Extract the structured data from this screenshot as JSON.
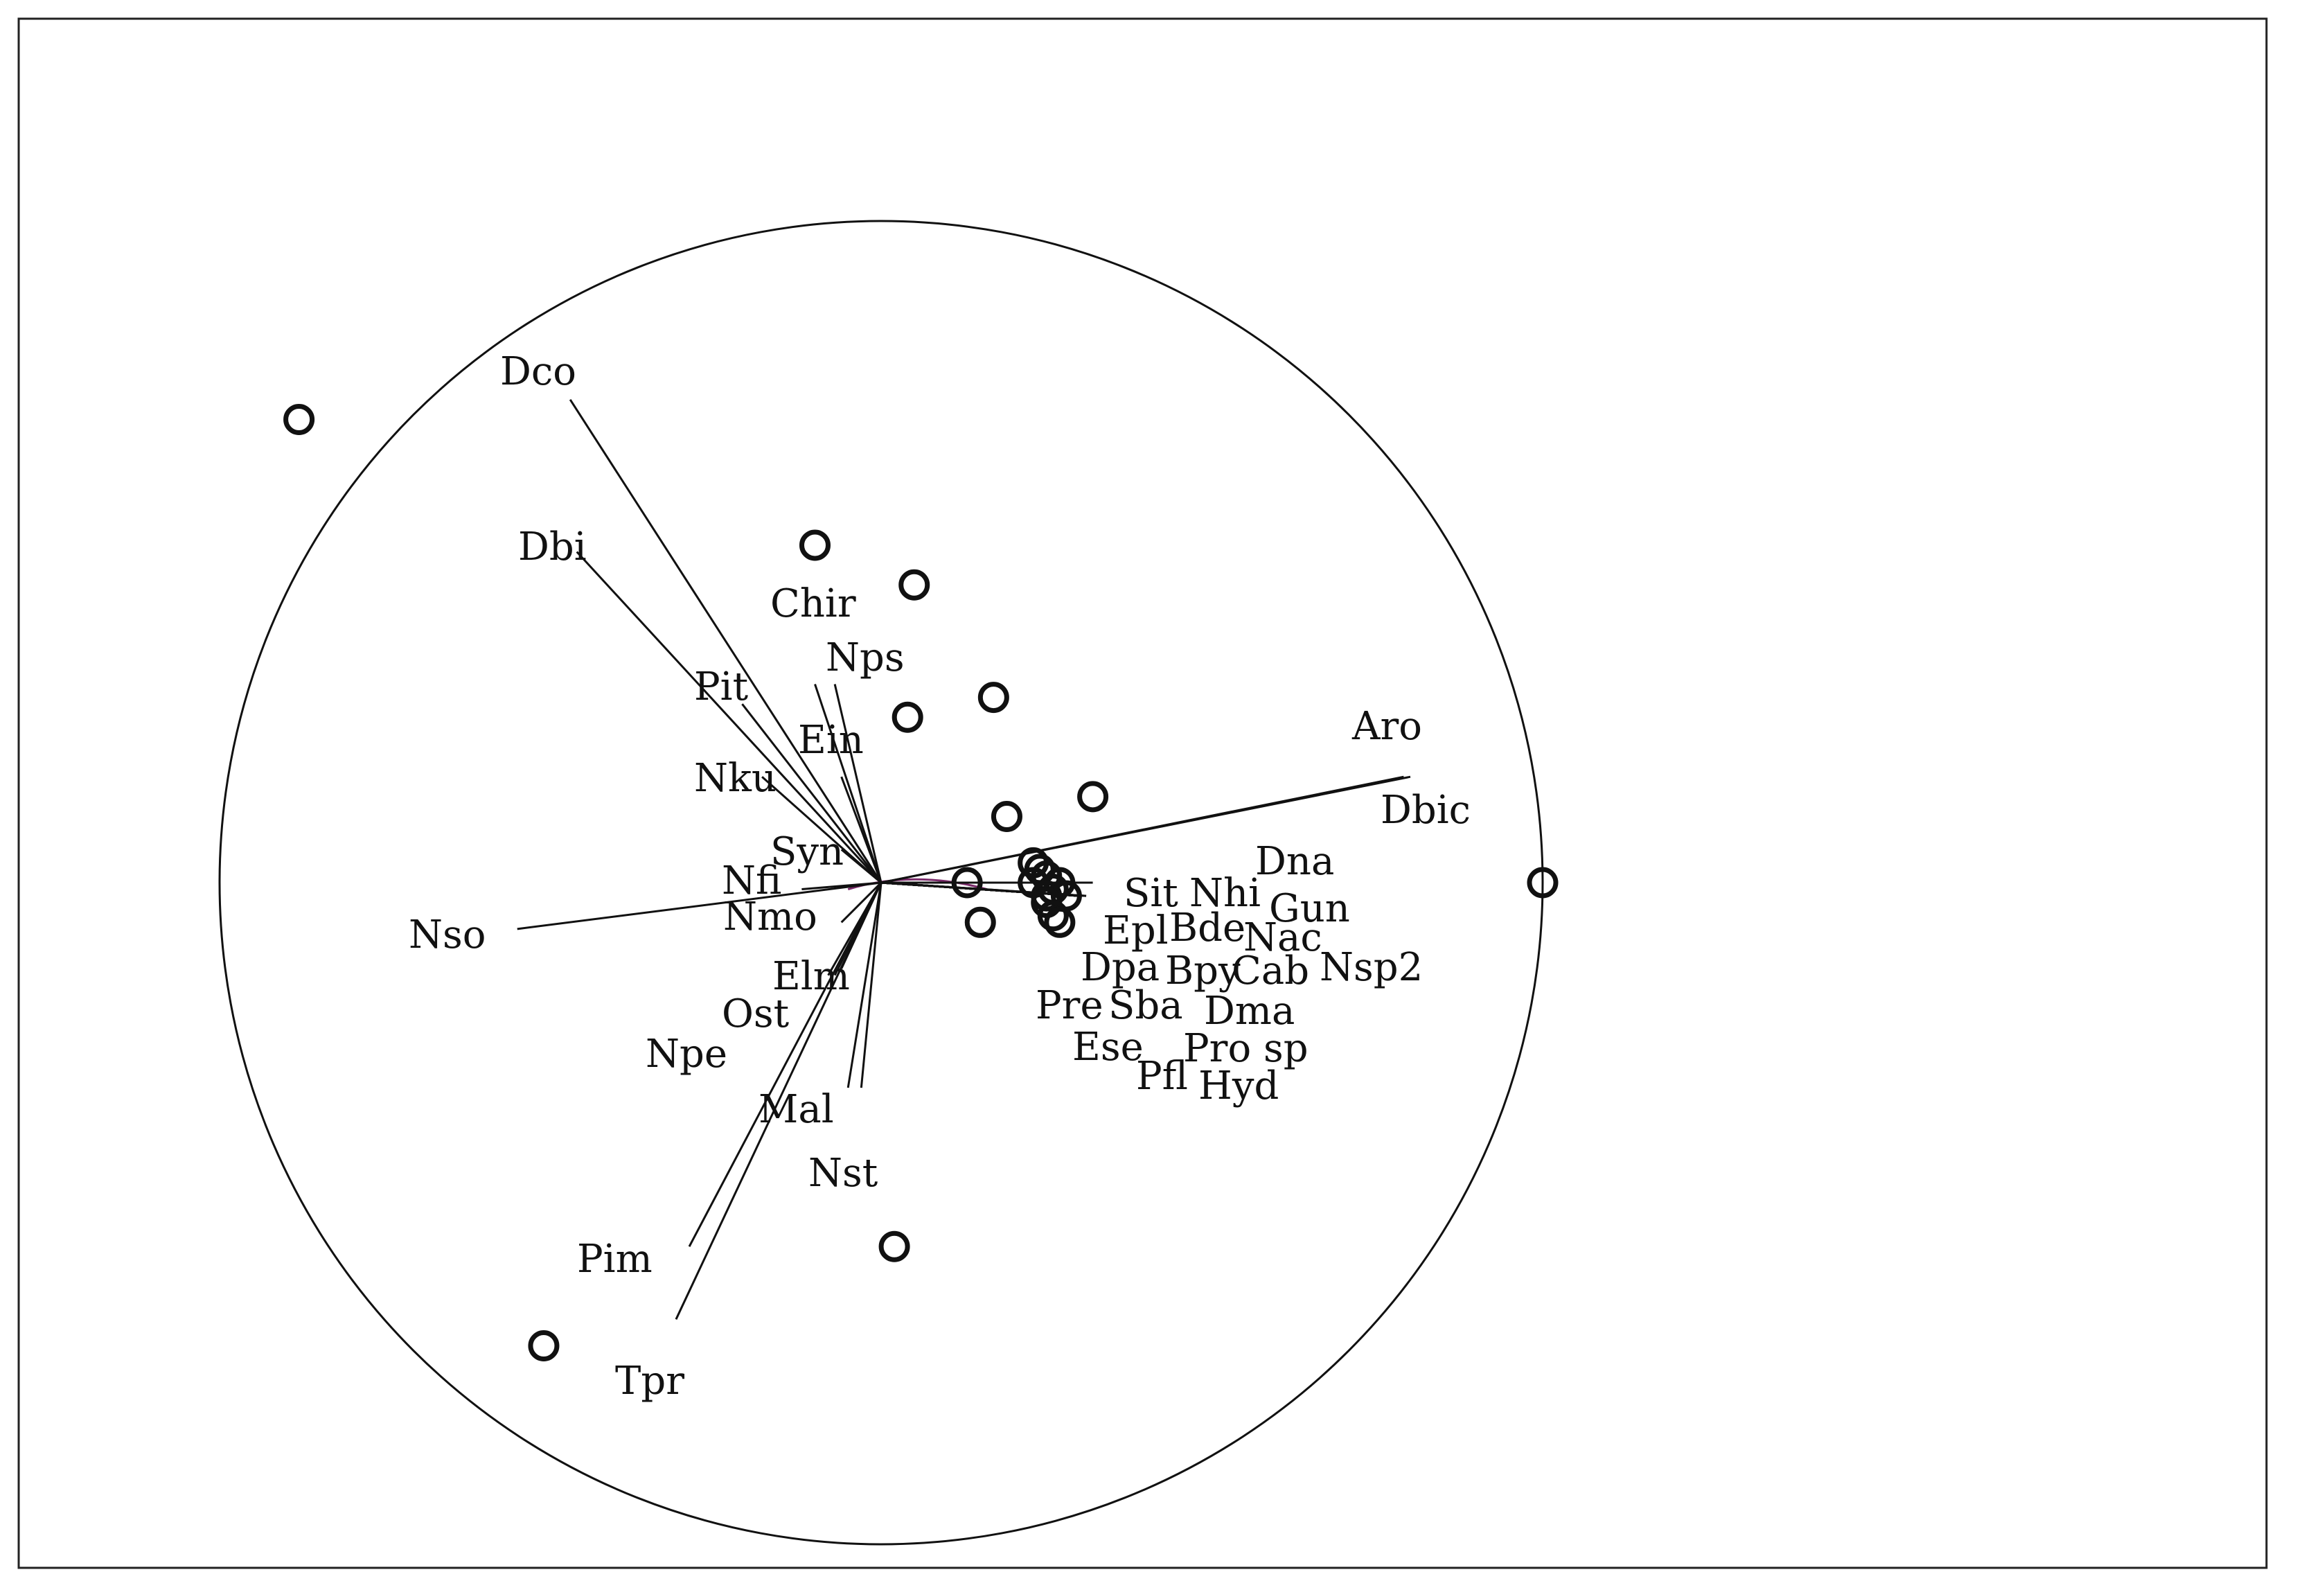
{
  "chart_data": {
    "type": "scatter",
    "title": "",
    "xlabel": "",
    "ylabel": "",
    "xlim": [
      -1.12,
      2.1
    ],
    "ylim": [
      -1.1,
      1.2
    ],
    "grid": false,
    "correlation_circle": true,
    "arrow_color": "#111111",
    "trace_color": "#7a2a6a",
    "variables": [
      {
        "name": "Dco",
        "x": -0.47,
        "y": 0.73
      },
      {
        "name": "Dbi",
        "x": -0.46,
        "y": 0.5
      },
      {
        "name": "Chir",
        "x": -0.1,
        "y": 0.3
      },
      {
        "name": "Nps",
        "x": -0.07,
        "y": 0.3
      },
      {
        "name": "Pit",
        "x": -0.21,
        "y": 0.27
      },
      {
        "name": "Ein",
        "x": -0.06,
        "y": 0.16
      },
      {
        "name": "Nku",
        "x": -0.18,
        "y": 0.16
      },
      {
        "name": "Syn",
        "x": -0.06,
        "y": 0.05
      },
      {
        "name": "Nfi",
        "x": -0.12,
        "y": -0.01
      },
      {
        "name": "Nmo",
        "x": -0.06,
        "y": -0.06
      },
      {
        "name": "Nso",
        "x": -0.55,
        "y": -0.07
      },
      {
        "name": "Elm",
        "x": -0.06,
        "y": -0.13
      },
      {
        "name": "Ost",
        "x": -0.07,
        "y": -0.14
      },
      {
        "name": "Npe",
        "x": -0.08,
        "y": -0.14
      },
      {
        "name": "Mal",
        "x": -0.05,
        "y": -0.31
      },
      {
        "name": "Nst",
        "x": -0.03,
        "y": -0.31
      },
      {
        "name": "Pim",
        "x": -0.29,
        "y": -0.55
      },
      {
        "name": "Tpr",
        "x": -0.31,
        "y": -0.66
      },
      {
        "name": "Aro",
        "x": 0.79,
        "y": 0.16
      },
      {
        "name": "Dbic",
        "x": 0.8,
        "y": 0.16
      },
      {
        "name": "Dna",
        "x": 0.32,
        "y": 0.0
      },
      {
        "name": "Sit",
        "x": 0.3,
        "y": -0.02
      },
      {
        "name": "Nhi",
        "x": 0.3,
        "y": -0.02
      },
      {
        "name": "Gun",
        "x": 0.31,
        "y": -0.02
      },
      {
        "name": "Bde",
        "x": 0.3,
        "y": -0.02
      },
      {
        "name": "Nac",
        "x": 0.3,
        "y": -0.02
      },
      {
        "name": "Epl",
        "x": 0.3,
        "y": -0.02
      },
      {
        "name": "Dpa",
        "x": 0.3,
        "y": -0.02
      },
      {
        "name": "Bpy",
        "x": 0.3,
        "y": -0.02
      },
      {
        "name": "Cab",
        "x": 0.3,
        "y": -0.02
      },
      {
        "name": "Nsp2",
        "x": 0.31,
        "y": -0.02
      },
      {
        "name": "Pre",
        "x": 0.3,
        "y": -0.02
      },
      {
        "name": "Sba",
        "x": 0.3,
        "y": -0.02
      },
      {
        "name": "Dma",
        "x": 0.3,
        "y": -0.02
      },
      {
        "name": "Ese",
        "x": 0.3,
        "y": -0.02
      },
      {
        "name": "Pro sp",
        "x": 0.3,
        "y": -0.02
      },
      {
        "name": "Pfl",
        "x": 0.3,
        "y": -0.02
      },
      {
        "name": "Hyd",
        "x": 0.3,
        "y": -0.02
      }
    ],
    "points": [
      {
        "x": -0.88,
        "y": 0.7
      },
      {
        "x": -0.1,
        "y": 0.51
      },
      {
        "x": 0.05,
        "y": 0.45
      },
      {
        "x": 0.17,
        "y": 0.28
      },
      {
        "x": 0.04,
        "y": 0.25
      },
      {
        "x": 0.32,
        "y": 0.13
      },
      {
        "x": 0.19,
        "y": 0.1
      },
      {
        "x": 0.23,
        "y": 0.03
      },
      {
        "x": 0.24,
        "y": 0.02
      },
      {
        "x": 0.25,
        "y": 0.01
      },
      {
        "x": 0.27,
        "y": 0.0
      },
      {
        "x": 0.23,
        "y": 0.0
      },
      {
        "x": 0.26,
        "y": -0.01
      },
      {
        "x": 0.25,
        "y": -0.02
      },
      {
        "x": 0.28,
        "y": -0.02
      },
      {
        "x": 0.25,
        "y": -0.03
      },
      {
        "x": 0.26,
        "y": -0.05
      },
      {
        "x": 0.13,
        "y": 0.0
      },
      {
        "x": 0.15,
        "y": -0.06
      },
      {
        "x": 0.27,
        "y": -0.06
      },
      {
        "x": 1.0,
        "y": 0.0
      },
      {
        "x": 0.02,
        "y": -0.55
      },
      {
        "x": -0.51,
        "y": -0.7
      }
    ]
  }
}
